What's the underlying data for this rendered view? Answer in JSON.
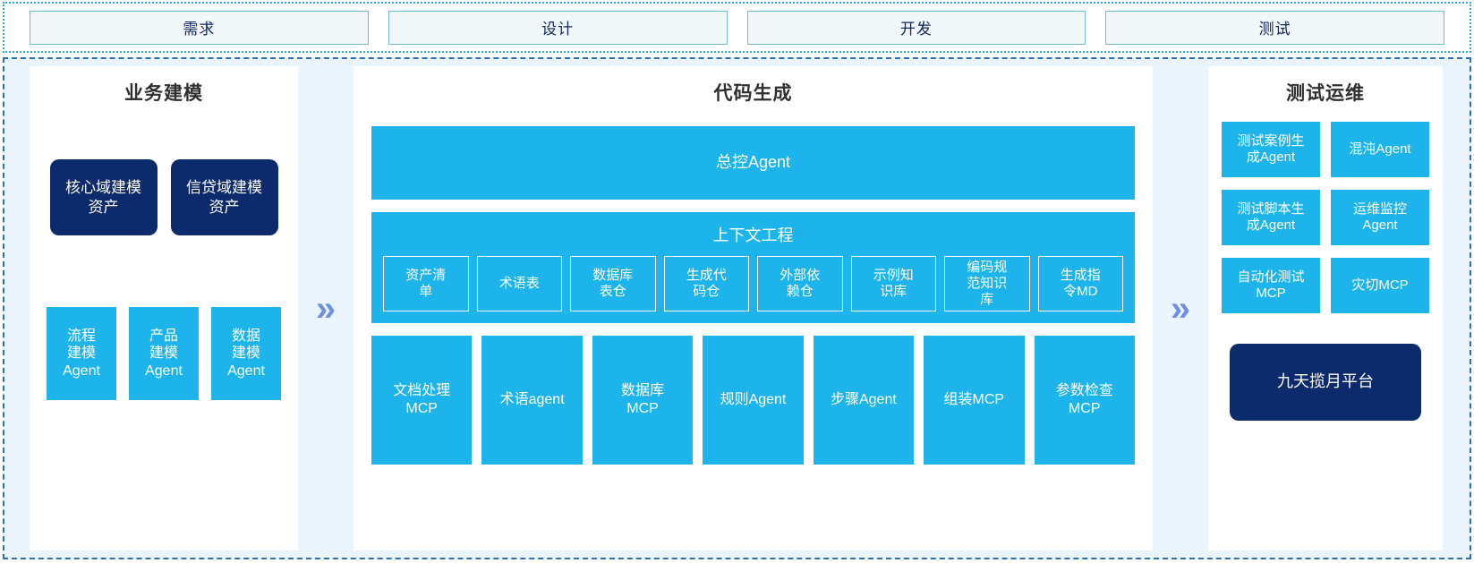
{
  "phases": {
    "items": [
      {
        "label": "需求"
      },
      {
        "label": "设计"
      },
      {
        "label": "开发"
      },
      {
        "label": "测试"
      }
    ]
  },
  "arrows": {
    "glyph": "»",
    "color": "#6f8fe0"
  },
  "colors": {
    "cyan": "#1cb4ea",
    "navy": "#0d2a6c",
    "panel_bg": "#ffffff",
    "region_bg": "#e9f4fc",
    "region_border": "#2f6fb0",
    "strip_border": "#2ea9dd",
    "phase_fill": "#f1f6f9",
    "phase_border": "#6fb9d9",
    "phase_text": "#10275e",
    "title_text": "#2f2f2f"
  },
  "left_panel": {
    "title": "业务建模",
    "assets": [
      {
        "label": "核心域建模\n资产"
      },
      {
        "label": "信贷域建模\n资产"
      }
    ],
    "agents": [
      {
        "label": "流程\n建模\nAgent"
      },
      {
        "label": "产品\n建模\nAgent"
      },
      {
        "label": "数据\n建模\nAgent"
      }
    ]
  },
  "middle_panel": {
    "title": "代码生成",
    "master_agent": "总控Agent",
    "context": {
      "title": "上下文工程",
      "items": [
        {
          "label": "资产清\n单"
        },
        {
          "label": "术语表"
        },
        {
          "label": "数据库\n表仓"
        },
        {
          "label": "生成代\n码仓"
        },
        {
          "label": "外部依\n赖仓"
        },
        {
          "label": "示例知\n识库"
        },
        {
          "label": "编码规\n范知识\n库"
        },
        {
          "label": "生成指\n令MD"
        }
      ]
    },
    "mcp_cards": [
      {
        "label": "文档处理\nMCP"
      },
      {
        "label": "术语agent"
      },
      {
        "label": "数据库\nMCP"
      },
      {
        "label": "规则Agent"
      },
      {
        "label": "步骤Agent"
      },
      {
        "label": "组装MCP"
      },
      {
        "label": "参数检查\nMCP"
      }
    ]
  },
  "right_panel": {
    "title": "测试运维",
    "cards": [
      {
        "label": "测试案例生\n成Agent"
      },
      {
        "label": "混沌Agent"
      },
      {
        "label": "测试脚本生\n成Agent"
      },
      {
        "label": "运维监控\nAgent"
      },
      {
        "label": "自动化测试\nMCP"
      },
      {
        "label": "灾切MCP"
      }
    ],
    "platform": "九天揽月平台"
  }
}
